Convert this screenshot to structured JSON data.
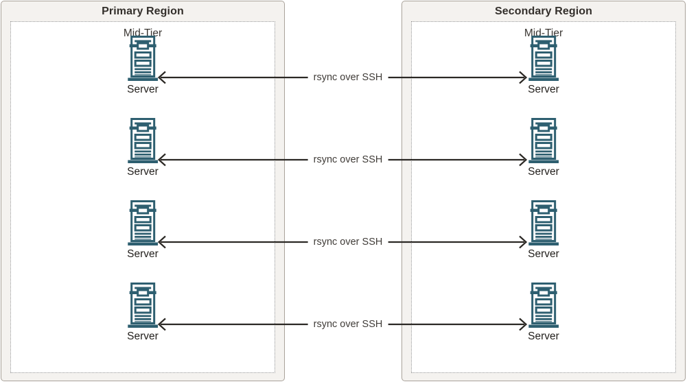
{
  "regions": [
    {
      "title": "Primary Region",
      "tier_label": "Mid-Tier",
      "servers": [
        "Server",
        "Server",
        "Server",
        "Server"
      ]
    },
    {
      "title": "Secondary Region",
      "tier_label": "Mid-Tier",
      "servers": [
        "Server",
        "Server",
        "Server",
        "Server"
      ]
    }
  ],
  "connections": [
    {
      "label": "rsync over SSH"
    },
    {
      "label": "rsync over SSH"
    },
    {
      "label": "rsync over SSH"
    },
    {
      "label": "rsync over SSH"
    }
  ],
  "icons": {
    "server": "server-rack-icon",
    "arrow": "double-headed-arrow"
  },
  "colors": {
    "server_icon": "#2e5f70",
    "arrow": "#2b2824",
    "region_fill": "#f4f2ef",
    "region_border": "#a9a29a",
    "dotted_border": "#8f8f8f",
    "text": "#332f2b"
  }
}
